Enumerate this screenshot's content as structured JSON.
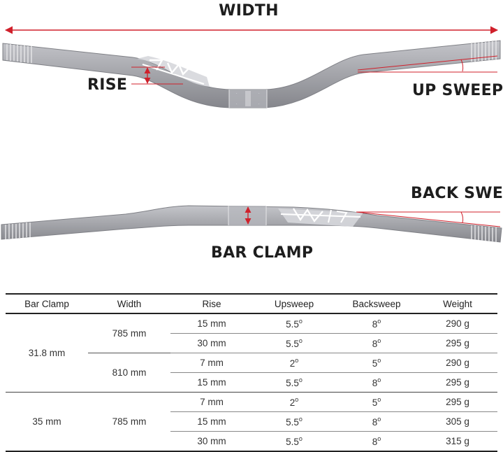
{
  "labels": {
    "width": "WIDTH",
    "rise": "RISE",
    "up_sweep": "UP SWEEP",
    "back_sweep": "BACK SWEEP",
    "bar_clamp": "BAR CLAMP"
  },
  "colors": {
    "arrow": "#d0202b",
    "bar": "#a9aaaf",
    "bar_dark": "#8c8d93",
    "text": "#1e1e1e"
  },
  "table": {
    "headers": [
      "Bar Clamp",
      "Width",
      "Rise",
      "Upsweep",
      "Backsweep",
      "Weight"
    ],
    "groups": [
      {
        "clamp": "31.8 mm",
        "widths": [
          {
            "width": "785 mm",
            "rows": [
              {
                "rise": "15 mm",
                "upsweep": "5.5",
                "backsweep": "8",
                "weight": "290 g"
              },
              {
                "rise": "30 mm",
                "upsweep": "5.5",
                "backsweep": "8",
                "weight": "295 g"
              }
            ]
          },
          {
            "width": "810 mm",
            "rows": [
              {
                "rise": "7 mm",
                "upsweep": "2",
                "backsweep": "5",
                "weight": "290 g"
              },
              {
                "rise": "15 mm",
                "upsweep": "5.5",
                "backsweep": "8",
                "weight": "295 g"
              }
            ]
          }
        ]
      },
      {
        "clamp": "35 mm",
        "widths": [
          {
            "width": "785 mm",
            "rows": [
              {
                "rise": "7 mm",
                "upsweep": "2",
                "backsweep": "5",
                "weight": "295 g"
              },
              {
                "rise": "15 mm",
                "upsweep": "5.5",
                "backsweep": "8",
                "weight": "305 g"
              },
              {
                "rise": "30 mm",
                "upsweep": "5.5",
                "backsweep": "8",
                "weight": "315 g"
              }
            ]
          }
        ]
      }
    ],
    "degree_symbol": "o"
  }
}
